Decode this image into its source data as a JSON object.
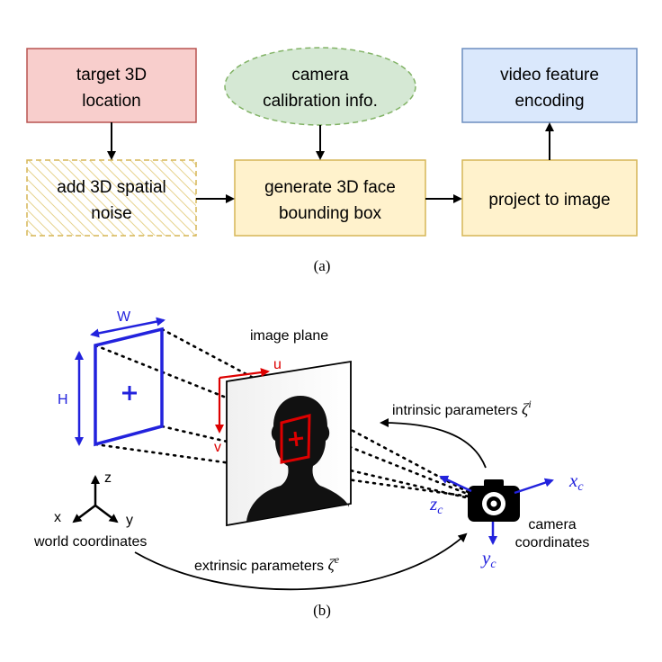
{
  "panel_a": {
    "caption": "(a)",
    "boxes": {
      "target": {
        "line1": "target 3D",
        "line2": "location"
      },
      "camera_calib": {
        "line1": "camera",
        "line2": "calibration info."
      },
      "video_feature": {
        "line1": "video feature",
        "line2": "encoding"
      },
      "noise": {
        "line1": "add 3D spatial",
        "line2": "noise"
      },
      "generate": {
        "line1": "generate 3D face",
        "line2": "bounding box"
      },
      "project": {
        "line1": "project to image"
      }
    }
  },
  "panel_b": {
    "caption": "(b)",
    "image_plane_label": "image plane",
    "bbox_width_label": "W",
    "bbox_height_label": "H",
    "u_label": "u",
    "v_label": "v",
    "intrinsic": {
      "text": "intrinsic parameters ",
      "symbol": "ζ",
      "sup": "i"
    },
    "extrinsic": {
      "text": "extrinsic parameters ",
      "symbol": "ζ",
      "sup": "e"
    },
    "world": {
      "z": "z",
      "x": "x",
      "y": "y",
      "label": "world coordinates"
    },
    "camera": {
      "xc": "x",
      "yc": "y",
      "zc": "z",
      "sub": "c",
      "label_line1": "camera",
      "label_line2": "coordinates"
    }
  },
  "colors": {
    "red_box_fill": "#f8cecc",
    "red_box_stroke": "#b85450",
    "green_fill": "#d5e8d4",
    "green_stroke": "#82b366",
    "blue_box_fill": "#dae8fc",
    "blue_box_stroke": "#6c8ebf",
    "yellow_fill": "#fff2cc",
    "yellow_stroke": "#d6b656",
    "blue_accent": "#2222dd",
    "red_accent": "#dd0000"
  }
}
